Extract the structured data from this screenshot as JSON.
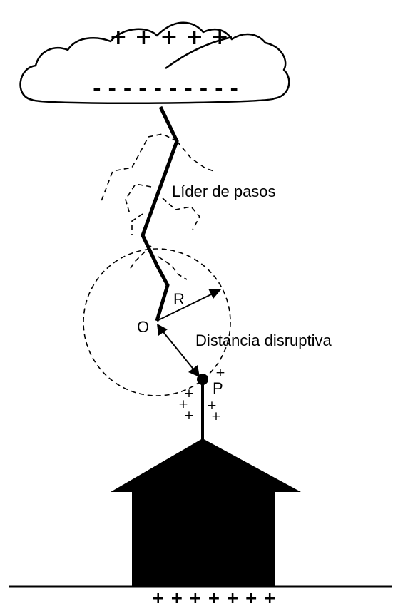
{
  "labels": {
    "leader": "Líder de pasos",
    "radius": "R",
    "origin": "O",
    "distance": "Distancia disruptiva",
    "point": "P"
  },
  "charges": {
    "cloud_top": "+ + + + +",
    "cloud_bottom": "- - - - - - - - - -",
    "tip_right": "+",
    "tip_left_upper": "+",
    "tip_left_lower": "+",
    "tip_right_upper": "+",
    "tip_right_lower": "+",
    "ground": "+ + + + + + +"
  },
  "colors": {
    "ink": "#000000",
    "background": "#ffffff"
  }
}
